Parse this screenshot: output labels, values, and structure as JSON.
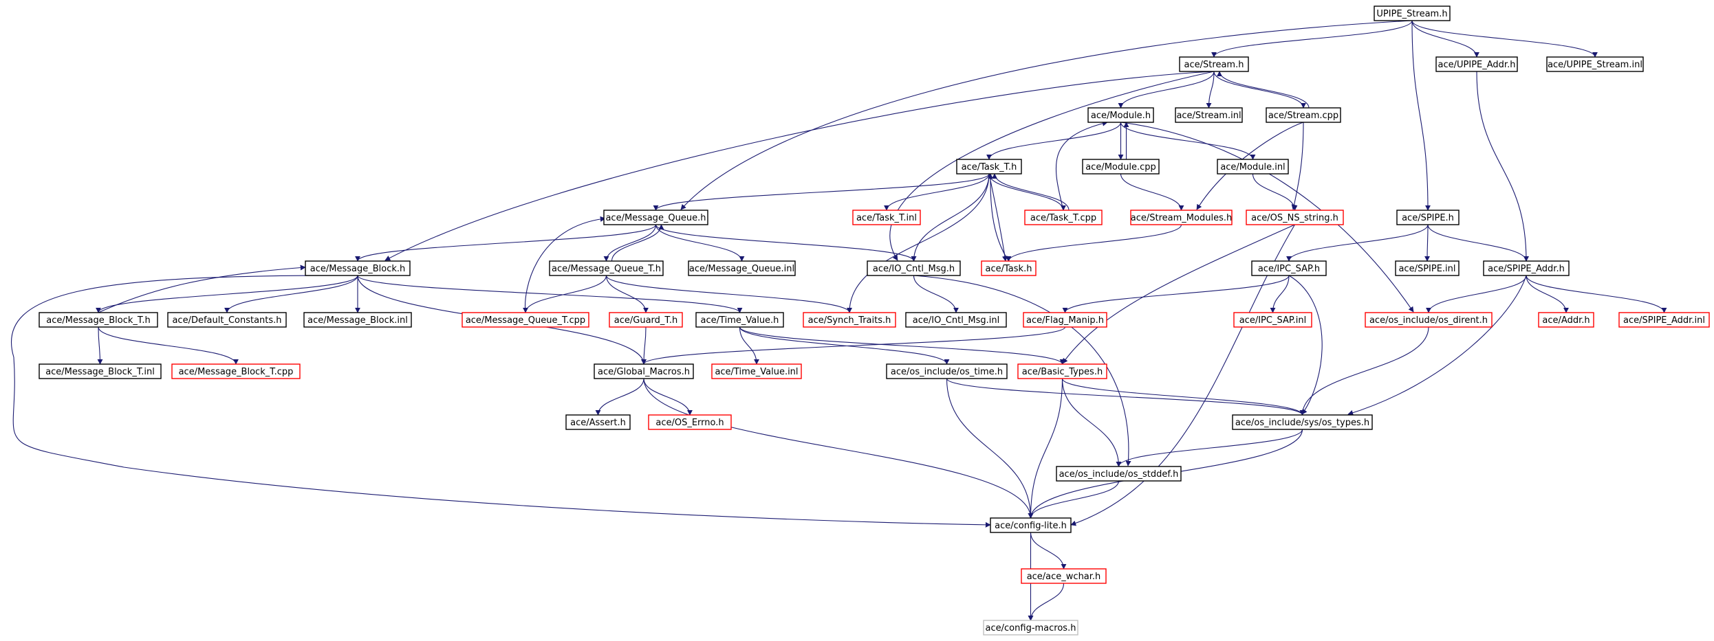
{
  "colors": {
    "edge": "#191970",
    "normal": "#000000",
    "truncated": "#ff0000",
    "root_fill": "#bfbfbf",
    "system": "#bfbfbf"
  },
  "nodes": {
    "root": {
      "label": "UPIPE_Stream.h",
      "kind": "root"
    },
    "stream_h": {
      "label": "ace/Stream.h",
      "kind": "normal"
    },
    "upipe_addr_h": {
      "label": "ace/UPIPE_Addr.h",
      "kind": "normal"
    },
    "upipe_stream_inl": {
      "label": "ace/UPIPE_Stream.inl",
      "kind": "normal"
    },
    "module_h": {
      "label": "ace/Module.h",
      "kind": "normal"
    },
    "stream_inl": {
      "label": "ace/Stream.inl",
      "kind": "normal"
    },
    "stream_cpp": {
      "label": "ace/Stream.cpp",
      "kind": "normal"
    },
    "task_t_h": {
      "label": "ace/Task_T.h",
      "kind": "normal"
    },
    "module_cpp": {
      "label": "ace/Module.cpp",
      "kind": "normal"
    },
    "module_inl": {
      "label": "ace/Module.inl",
      "kind": "normal"
    },
    "message_queue_h": {
      "label": "ace/Message_Queue.h",
      "kind": "normal"
    },
    "task_t_inl": {
      "label": "ace/Task_T.inl",
      "kind": "truncated"
    },
    "task_t_cpp": {
      "label": "ace/Task_T.cpp",
      "kind": "truncated"
    },
    "stream_modules_h": {
      "label": "ace/Stream_Modules.h",
      "kind": "truncated"
    },
    "os_ns_string_h": {
      "label": "ace/OS_NS_string.h",
      "kind": "truncated"
    },
    "spipe_h": {
      "label": "ace/SPIPE.h",
      "kind": "normal"
    },
    "message_block_h": {
      "label": "ace/Message_Block.h",
      "kind": "normal"
    },
    "message_queue_t_h": {
      "label": "ace/Message_Queue_T.h",
      "kind": "normal"
    },
    "message_queue_inl": {
      "label": "ace/Message_Queue.inl",
      "kind": "normal"
    },
    "io_cntl_msg_h": {
      "label": "ace/IO_Cntl_Msg.h",
      "kind": "normal"
    },
    "task_h": {
      "label": "ace/Task.h",
      "kind": "truncated"
    },
    "ipc_sap_h": {
      "label": "ace/IPC_SAP.h",
      "kind": "normal"
    },
    "spipe_inl": {
      "label": "ace/SPIPE.inl",
      "kind": "normal"
    },
    "spipe_addr_h": {
      "label": "ace/SPIPE_Addr.h",
      "kind": "normal"
    },
    "message_block_t_h": {
      "label": "ace/Message_Block_T.h",
      "kind": "normal"
    },
    "default_constants_h": {
      "label": "ace/Default_Constants.h",
      "kind": "normal"
    },
    "message_block_inl": {
      "label": "ace/Message_Block.inl",
      "kind": "normal"
    },
    "message_queue_t_cpp": {
      "label": "ace/Message_Queue_T.cpp",
      "kind": "truncated"
    },
    "guard_t_h": {
      "label": "ace/Guard_T.h",
      "kind": "truncated"
    },
    "time_value_h": {
      "label": "ace/Time_Value.h",
      "kind": "normal"
    },
    "synch_traits_h": {
      "label": "ace/Synch_Traits.h",
      "kind": "truncated"
    },
    "io_cntl_msg_inl": {
      "label": "ace/IO_Cntl_Msg.inl",
      "kind": "normal"
    },
    "flag_manip_h": {
      "label": "ace/Flag_Manip.h",
      "kind": "truncated"
    },
    "ipc_sap_inl": {
      "label": "ace/IPC_SAP.inl",
      "kind": "truncated"
    },
    "os_dirent_h": {
      "label": "ace/os_include/os_dirent.h",
      "kind": "truncated"
    },
    "addr_h": {
      "label": "ace/Addr.h",
      "kind": "truncated"
    },
    "spipe_addr_inl": {
      "label": "ace/SPIPE_Addr.inl",
      "kind": "truncated"
    },
    "message_block_t_inl": {
      "label": "ace/Message_Block_T.inl",
      "kind": "normal"
    },
    "message_block_t_cpp": {
      "label": "ace/Message_Block_T.cpp",
      "kind": "truncated"
    },
    "global_macros_h": {
      "label": "ace/Global_Macros.h",
      "kind": "normal"
    },
    "time_value_inl": {
      "label": "ace/Time_Value.inl",
      "kind": "truncated"
    },
    "os_time_h": {
      "label": "ace/os_include/os_time.h",
      "kind": "normal"
    },
    "basic_types_h": {
      "label": "ace/Basic_Types.h",
      "kind": "truncated"
    },
    "assert_h": {
      "label": "ace/Assert.h",
      "kind": "normal"
    },
    "os_errno_h": {
      "label": "ace/OS_Errno.h",
      "kind": "truncated"
    },
    "os_types_h": {
      "label": "ace/os_include/sys/os_types.h",
      "kind": "normal"
    },
    "os_stddef_h": {
      "label": "ace/os_include/os_stddef.h",
      "kind": "normal"
    },
    "config_lite_h": {
      "label": "ace/config-lite.h",
      "kind": "normal"
    },
    "ace_wchar_h": {
      "label": "ace/ace_wchar.h",
      "kind": "truncated"
    },
    "config_macros_h": {
      "label": "ace/config-macros.h",
      "kind": "system"
    }
  },
  "edges": [
    [
      "root",
      "stream_h"
    ],
    [
      "root",
      "upipe_addr_h"
    ],
    [
      "root",
      "upipe_stream_inl"
    ],
    [
      "root",
      "spipe_h"
    ],
    [
      "root",
      "message_queue_h"
    ],
    [
      "stream_h",
      "module_h"
    ],
    [
      "stream_h",
      "stream_inl"
    ],
    [
      "stream_h",
      "stream_cpp"
    ],
    [
      "stream_h",
      "message_block_h"
    ],
    [
      "stream_h",
      "io_cntl_msg_h"
    ],
    [
      "stream_cpp",
      "stream_h"
    ],
    [
      "stream_cpp",
      "stream_modules_h"
    ],
    [
      "stream_cpp",
      "os_ns_string_h"
    ],
    [
      "module_h",
      "task_t_h"
    ],
    [
      "module_h",
      "module_cpp"
    ],
    [
      "module_h",
      "module_inl"
    ],
    [
      "module_h",
      "os_dirent_h"
    ],
    [
      "module_cpp",
      "module_h"
    ],
    [
      "module_cpp",
      "stream_modules_h"
    ],
    [
      "module_inl",
      "os_ns_string_h"
    ],
    [
      "task_t_h",
      "message_queue_h"
    ],
    [
      "task_t_h",
      "task_t_inl"
    ],
    [
      "task_t_h",
      "task_t_cpp"
    ],
    [
      "task_t_h",
      "task_h"
    ],
    [
      "task_t_h",
      "io_cntl_msg_h"
    ],
    [
      "task_t_h",
      "synch_traits_h"
    ],
    [
      "task_t_cpp",
      "task_t_h"
    ],
    [
      "task_t_cpp",
      "module_h"
    ],
    [
      "task_h",
      "task_t_h"
    ],
    [
      "stream_modules_h",
      "task_h"
    ],
    [
      "message_queue_h",
      "message_block_h"
    ],
    [
      "message_queue_h",
      "message_queue_t_h"
    ],
    [
      "message_queue_h",
      "message_queue_inl"
    ],
    [
      "message_queue_h",
      "io_cntl_msg_h"
    ],
    [
      "message_queue_t_h",
      "message_queue_h"
    ],
    [
      "message_queue_t_h",
      "message_queue_t_cpp"
    ],
    [
      "message_queue_t_h",
      "guard_t_h"
    ],
    [
      "message_queue_t_h",
      "synch_traits_h"
    ],
    [
      "message_queue_t_cpp",
      "message_queue_h"
    ],
    [
      "message_block_h",
      "message_block_t_h"
    ],
    [
      "message_block_h",
      "default_constants_h"
    ],
    [
      "message_block_h",
      "message_block_inl"
    ],
    [
      "message_block_h",
      "time_value_h"
    ],
    [
      "message_block_h",
      "global_macros_h"
    ],
    [
      "message_block_h",
      "config_lite_h"
    ],
    [
      "message_block_t_h",
      "message_block_h"
    ],
    [
      "message_block_t_h",
      "message_block_t_inl"
    ],
    [
      "message_block_t_h",
      "message_block_t_cpp"
    ],
    [
      "guard_t_h",
      "global_macros_h"
    ],
    [
      "time_value_h",
      "time_value_inl"
    ],
    [
      "time_value_h",
      "os_time_h"
    ],
    [
      "time_value_h",
      "basic_types_h"
    ],
    [
      "io_cntl_msg_h",
      "io_cntl_msg_inl"
    ],
    [
      "io_cntl_msg_h",
      "os_stddef_h"
    ],
    [
      "os_ns_string_h",
      "basic_types_h"
    ],
    [
      "os_ns_string_h",
      "config_lite_h"
    ],
    [
      "spipe_h",
      "ipc_sap_h"
    ],
    [
      "spipe_h",
      "spipe_inl"
    ],
    [
      "spipe_h",
      "spipe_addr_h"
    ],
    [
      "upipe_addr_h",
      "spipe_addr_h"
    ],
    [
      "ipc_sap_h",
      "flag_manip_h"
    ],
    [
      "ipc_sap_h",
      "ipc_sap_inl"
    ],
    [
      "ipc_sap_h",
      "os_types_h"
    ],
    [
      "spipe_addr_h",
      "os_dirent_h"
    ],
    [
      "spipe_addr_h",
      "addr_h"
    ],
    [
      "spipe_addr_h",
      "spipe_addr_inl"
    ],
    [
      "spipe_addr_h",
      "os_types_h"
    ],
    [
      "flag_manip_h",
      "global_macros_h"
    ],
    [
      "os_dirent_h",
      "os_types_h"
    ],
    [
      "global_macros_h",
      "assert_h"
    ],
    [
      "global_macros_h",
      "os_errno_h"
    ],
    [
      "global_macros_h",
      "config_lite_h"
    ],
    [
      "os_time_h",
      "os_types_h"
    ],
    [
      "os_time_h",
      "config_lite_h"
    ],
    [
      "basic_types_h",
      "os_types_h"
    ],
    [
      "basic_types_h",
      "os_stddef_h"
    ],
    [
      "basic_types_h",
      "config_lite_h"
    ],
    [
      "os_types_h",
      "os_stddef_h"
    ],
    [
      "os_types_h",
      "config_lite_h"
    ],
    [
      "os_stddef_h",
      "config_lite_h"
    ],
    [
      "config_lite_h",
      "ace_wchar_h"
    ],
    [
      "config_lite_h",
      "config_macros_h"
    ],
    [
      "ace_wchar_h",
      "config_macros_h"
    ]
  ]
}
